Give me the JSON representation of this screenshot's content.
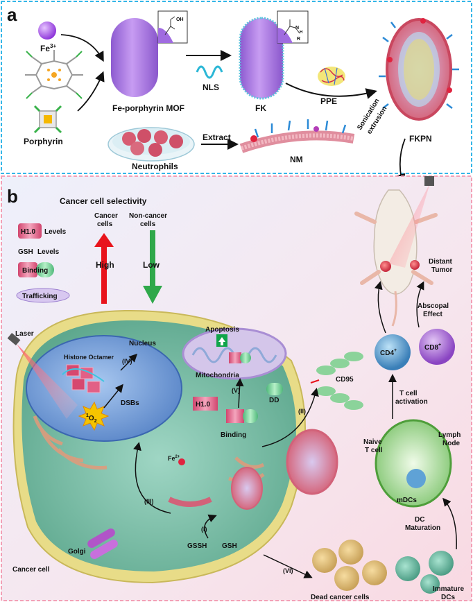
{
  "panel_a": {
    "letter": "a",
    "fe_ion": "Fe",
    "fe_charge": "3+",
    "porphyrin": "Porphyrin",
    "mof": "Fe-porphyrin MOF",
    "nls": "NLS",
    "fk": "FK",
    "ppe": "PPE",
    "sonication": "Sonication",
    "extrusion": "extrusion",
    "fkpn": "FKPN",
    "neutrophils": "Neutrophils",
    "extract": "Extract",
    "nm": "NM",
    "cooh": "OH",
    "amide_nh": "N",
    "amide_r": "R",
    "amide_h": "H"
  },
  "panel_b": {
    "letter": "b",
    "selectivity_title": "Cancer cell selectivity",
    "cancer_cells_1": "Cancer",
    "cancer_cells_2": "cells",
    "noncancer_1": "Non-cancer",
    "noncancer_2": "cells",
    "h10": "H1.0",
    "levels": "Levels",
    "gsh": "GSH",
    "gsh_levels": "Levels",
    "binding": "Binding",
    "trafficking": "Trafficking",
    "high": "High",
    "low": "Low",
    "laser": "Laser",
    "histone_octamer": "Histone Octamer",
    "nucleus": "Nucleus",
    "dsbs": "DSBs",
    "step_iv": "(IV)",
    "step_v": "(V)",
    "step_ii": "(II)",
    "step_iii": "(III)",
    "step_i": "(I)",
    "step_vi": "(VI)",
    "singlet_o2": "O",
    "singlet_sup": "1",
    "singlet_sub": "2",
    "apoptosis": "Apoptosis",
    "mitochondria": "Mitochondria",
    "h10_label": "H1.0",
    "binding_label": "Binding",
    "dd": "DD",
    "cd95": "CD95",
    "fe2": "Fe",
    "fe2_charge": "2+",
    "golgi": "Golgi",
    "gssh": "GSSH",
    "gsh_label": "GSH",
    "cancer_cell": "Cancer cell",
    "dead_cells": "Dead cancer cells",
    "immature_1": "Immature",
    "immature_2": "DCs",
    "dc_maturation_1": "DC",
    "dc_maturation_2": "Maturation",
    "mdcs": "mDCs",
    "naive_1": "Naive",
    "naive_2": "T cell",
    "lymph_1": "Lymph",
    "lymph_2": "Node",
    "tcell_act_1": "T cell",
    "tcell_act_2": "activation",
    "cd4": "CD4",
    "cd4_sup": "+",
    "cd8": "CD8",
    "cd8_sup": "+",
    "abscopal_1": "Abscopal",
    "abscopal_2": "Effect",
    "distant_1": "Distant",
    "distant_2": "Tumor"
  },
  "colors": {
    "mof_purple": "#b07fe0",
    "fe_purple": "#a64cf0",
    "panel_a_border": "#35b6e8",
    "panel_b_border": "#f3a0b6",
    "high_red": "#e8141c",
    "low_green": "#2fa84a",
    "gsh_red": "#e8141c"
  }
}
